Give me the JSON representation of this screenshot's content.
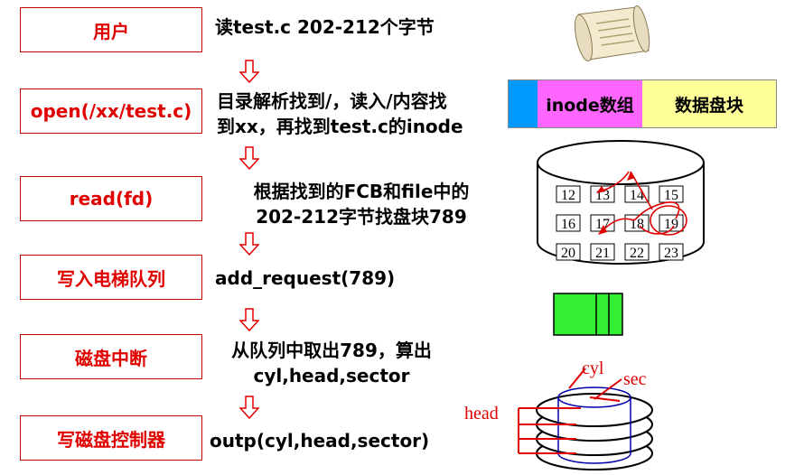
{
  "steps": [
    {
      "label": "用户",
      "desc": [
        "读test.c 202-212个字节"
      ]
    },
    {
      "label": "open(/xx/test.c)",
      "desc": [
        "目录解析找到/，读入/内容找",
        "到xx，再找到test.c的inode"
      ]
    },
    {
      "label": "read(fd)",
      "desc": [
        "根据找到的FCB和file中的",
        "202-212字节找盘块789"
      ]
    },
    {
      "label": "写入电梯队列",
      "desc": [
        "add_request(789)"
      ]
    },
    {
      "label": "磁盘中断",
      "desc": [
        "从队列中取出789，算出",
        "cyl,head,sector"
      ]
    },
    {
      "label": "写磁盘控制器",
      "desc": [
        "outp(cyl,head,sector)"
      ]
    }
  ],
  "bar": {
    "inode_label": "inode数组",
    "data_label": "数据盘块"
  },
  "disk_blocks": [
    "12",
    "13",
    "14",
    "15",
    "16",
    "17",
    "18",
    "19",
    "20",
    "21",
    "22",
    "23"
  ],
  "disk_labels": {
    "cyl": "cyl",
    "sec": "sec",
    "head": "head"
  },
  "colors": {
    "accent": "#e00000",
    "inode": "#ff66ff",
    "data": "#ffff99",
    "start": "#0099ff",
    "queue": "#33ee33"
  }
}
